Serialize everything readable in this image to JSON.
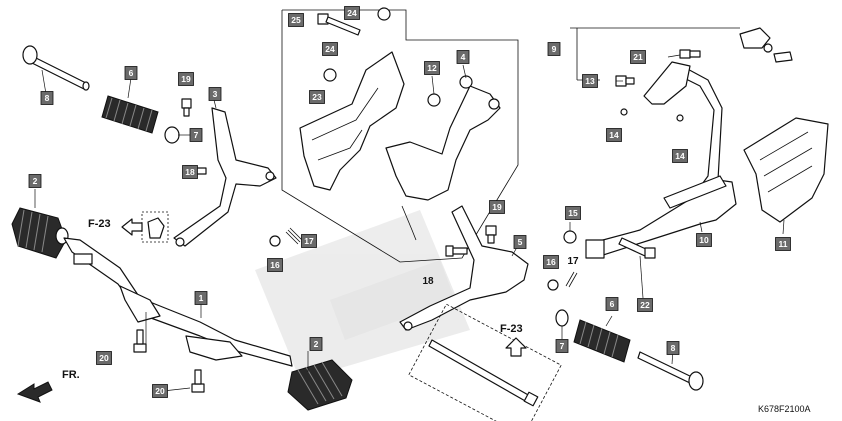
{
  "diagram": {
    "reference_code": "K678F2100A",
    "front_label": "FR.",
    "page_refs": [
      "F-23",
      "F-23"
    ],
    "callouts": [
      {
        "id": "c1",
        "label": "1",
        "boxed": true
      },
      {
        "id": "c2a",
        "label": "2",
        "boxed": true
      },
      {
        "id": "c2b",
        "label": "2",
        "boxed": true
      },
      {
        "id": "c3",
        "label": "3",
        "boxed": true
      },
      {
        "id": "c4",
        "label": "4",
        "boxed": true
      },
      {
        "id": "c5",
        "label": "5",
        "boxed": true
      },
      {
        "id": "c6a",
        "label": "6",
        "boxed": true
      },
      {
        "id": "c6b",
        "label": "6",
        "boxed": true
      },
      {
        "id": "c7a",
        "label": "7",
        "boxed": true
      },
      {
        "id": "c7b",
        "label": "7",
        "boxed": true
      },
      {
        "id": "c8a",
        "label": "8",
        "boxed": true
      },
      {
        "id": "c8b",
        "label": "8",
        "boxed": true
      },
      {
        "id": "c9",
        "label": "9",
        "boxed": true
      },
      {
        "id": "c10",
        "label": "10",
        "boxed": true
      },
      {
        "id": "c11",
        "label": "11",
        "boxed": true
      },
      {
        "id": "c12",
        "label": "12",
        "boxed": true
      },
      {
        "id": "c13",
        "label": "13",
        "boxed": true
      },
      {
        "id": "c14a",
        "label": "14",
        "boxed": true
      },
      {
        "id": "c14b",
        "label": "14",
        "boxed": true
      },
      {
        "id": "c15",
        "label": "15",
        "boxed": true
      },
      {
        "id": "c16a",
        "label": "16",
        "boxed": true
      },
      {
        "id": "c16b",
        "label": "16",
        "boxed": true
      },
      {
        "id": "c17a",
        "label": "17",
        "boxed": true
      },
      {
        "id": "c17b",
        "label": "17",
        "boxed": false
      },
      {
        "id": "c18a",
        "label": "18",
        "boxed": true
      },
      {
        "id": "c18b",
        "label": "18",
        "boxed": false
      },
      {
        "id": "c19a",
        "label": "19",
        "boxed": true
      },
      {
        "id": "c19b",
        "label": "19",
        "boxed": true
      },
      {
        "id": "c20a",
        "label": "20",
        "boxed": true
      },
      {
        "id": "c20b",
        "label": "20",
        "boxed": true
      },
      {
        "id": "c21",
        "label": "21",
        "boxed": true
      },
      {
        "id": "c22",
        "label": "22",
        "boxed": true
      },
      {
        "id": "c23",
        "label": "23",
        "boxed": true
      },
      {
        "id": "c24a",
        "label": "24",
        "boxed": true
      },
      {
        "id": "c24b",
        "label": "24",
        "boxed": true
      },
      {
        "id": "c25",
        "label": "25",
        "boxed": true
      }
    ]
  }
}
